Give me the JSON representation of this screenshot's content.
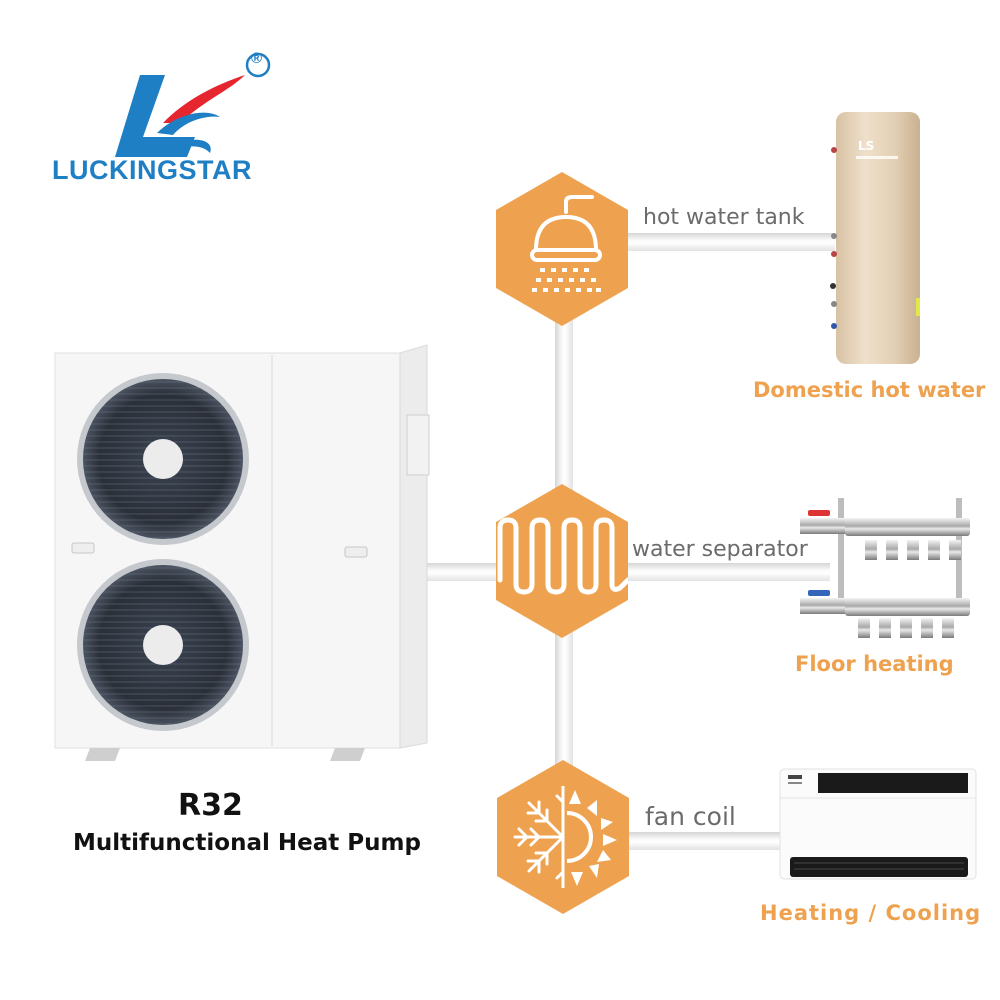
{
  "brand": {
    "name": "LUCKINGSTAR",
    "registered_mark": "®",
    "colors": {
      "blue": "#1f7fc4",
      "red": "#e6262e"
    }
  },
  "product": {
    "refrigerant": "R32",
    "name": "Multifunctional Heat Pump"
  },
  "theme": {
    "accent_orange": "#eea24f",
    "label_gray": "#6b6b6b",
    "pipe_color": "#e6e6e6"
  },
  "applications": [
    {
      "node_label": "hot water tank",
      "icon": "shower-head-icon",
      "caption": "Domestic hot water",
      "device": "hot-water-tank"
    },
    {
      "node_label": "water separator",
      "icon": "underfloor-coil-icon",
      "caption": "Floor heating",
      "device": "floor-manifold"
    },
    {
      "node_label": "fan coil",
      "icon": "snowflake-sun-icon",
      "caption": "Heating / Cooling",
      "device": "fan-coil-unit"
    }
  ]
}
